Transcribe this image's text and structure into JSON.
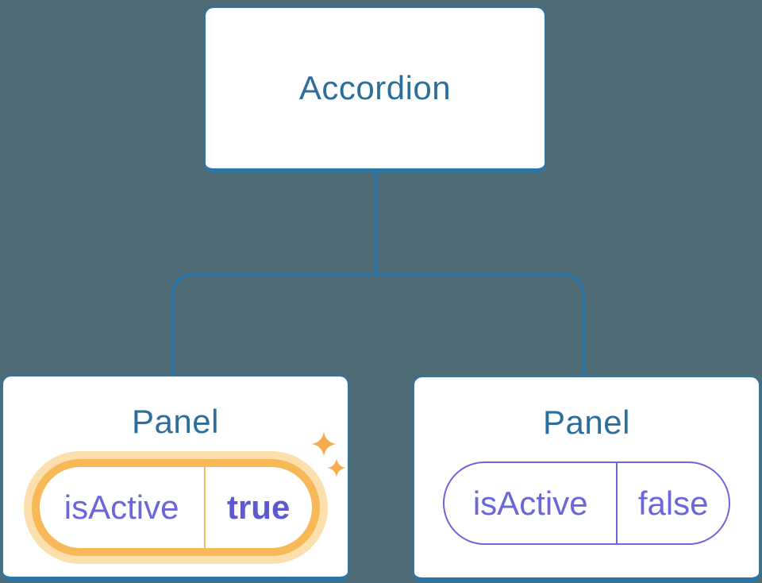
{
  "colors": {
    "background": "#4e6b76",
    "line_blue": "#2d74a7",
    "text_blue": "#2c6e9c",
    "node_bg": "#ffffff",
    "purple": "#6b66d9",
    "purple_bold": "#5e59cf",
    "orange": "#f7b858",
    "orange_glow": "#fbdfad",
    "orange_divider": "#f3bc6c",
    "sparkle_orange": "#f5ac4e"
  },
  "root": {
    "label": "Accordion"
  },
  "panels": [
    {
      "title": "Panel",
      "prop_name": "isActive",
      "prop_value": "true",
      "highlighted": true,
      "icon": "sparkles-icon"
    },
    {
      "title": "Panel",
      "prop_name": "isActive",
      "prop_value": "false",
      "highlighted": false
    }
  ]
}
